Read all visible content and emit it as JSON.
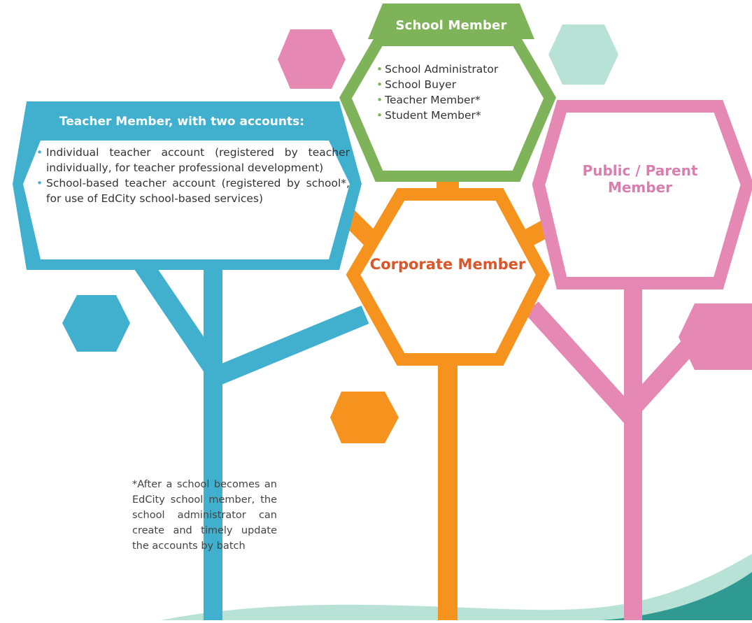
{
  "colors": {
    "teacher_blue": "#41b0cf",
    "school_green": "#7fb35a",
    "corporate_orange": "#f5931e",
    "corporate_text": "#d9572a",
    "public_pink": "#e589b4",
    "public_text": "#d97fb0",
    "mint": "#b9e2d6",
    "teal": "#2f9a92"
  },
  "school_member": {
    "title": "School Member",
    "items": [
      "School Administrator",
      "School Buyer",
      "Teacher Member*",
      "Student Member*"
    ]
  },
  "teacher_member": {
    "title": "Teacher Member, with two accounts:",
    "items": [
      "Individual teacher account (registered by teacher individually, for teacher professional development)",
      "School-based teacher account (registered by school*, for use of EdCity school-based services)"
    ]
  },
  "corporate_member": {
    "label": "Corporate Member"
  },
  "public_member": {
    "label": "Public / Parent Member"
  },
  "footnote": "*After a school becomes an EdCity school member, the school administrator can create and timely update the accounts by batch"
}
